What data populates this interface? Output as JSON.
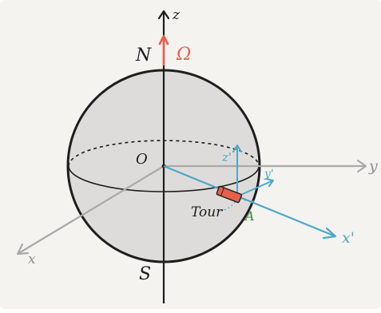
{
  "labels": {
    "z": "z",
    "omega": "Ω",
    "north": "N",
    "south": "S",
    "origin": "O",
    "y": "y",
    "x": "x",
    "z_prime": "z'",
    "y_prime": "y'",
    "x_prime": "x'",
    "tour": "Tour",
    "point_a": "A"
  },
  "colors": {
    "background": "#f4f3f0",
    "sphere_fill": "#dedcda",
    "outline": "#1e1e1e",
    "fixed_axis": "#a9a9a9",
    "local_axis": "#4fa7c7",
    "rotation_vector": "#e8604c",
    "point_label": "#3c8a3a"
  }
}
